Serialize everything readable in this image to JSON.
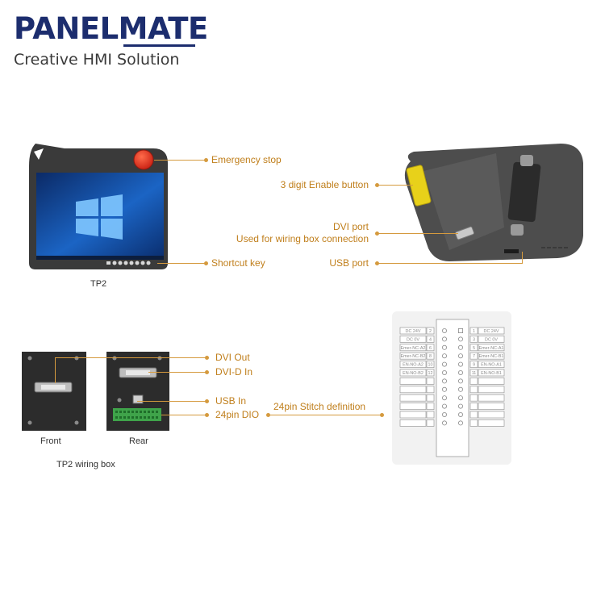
{
  "brand": {
    "name": "PANELMATE",
    "tagline": "Creative HMI Solution"
  },
  "tp2": {
    "caption": "TP2",
    "callouts": {
      "emergency_stop": "Emergency stop",
      "shortcut_key": "Shortcut key",
      "enable_button": "3 digit Enable button",
      "dvi_port_line1": "DVI port",
      "dvi_port_line2": "Used for wiring box connection",
      "usb_port": "USB port"
    }
  },
  "wiring_box": {
    "caption": "TP2 wiring box",
    "front_label": "Front",
    "rear_label": "Rear",
    "callouts": {
      "dvi_out": "DVI Out",
      "dvi_d_in": "DVI-D In",
      "usb_in": "USB In",
      "dio": "24pin DIO",
      "stitch": "24pin Stitch definition"
    }
  },
  "pin_table": {
    "left_rows": [
      {
        "label": "DC 24V",
        "num": "2"
      },
      {
        "label": "DC 0V",
        "num": "4"
      },
      {
        "label": "Emer-NC-A2",
        "num": "6"
      },
      {
        "label": "Emer-NC-B2",
        "num": "8"
      },
      {
        "label": "EN-NO-A2",
        "num": "10"
      },
      {
        "label": "EN-NO-B2",
        "num": "12"
      },
      {
        "label": "",
        "num": ""
      },
      {
        "label": "",
        "num": ""
      },
      {
        "label": "",
        "num": ""
      },
      {
        "label": "",
        "num": ""
      },
      {
        "label": "",
        "num": ""
      },
      {
        "label": "",
        "num": ""
      }
    ],
    "right_rows": [
      {
        "label": "DC 24V",
        "num": "1"
      },
      {
        "label": "DC 0V",
        "num": "3"
      },
      {
        "label": "Emer-NC-A1",
        "num": "5"
      },
      {
        "label": "Emer-NC-B1",
        "num": "7"
      },
      {
        "label": "EN-NO-A1",
        "num": "9"
      },
      {
        "label": "EN-NO-B1",
        "num": "11"
      },
      {
        "label": "",
        "num": ""
      },
      {
        "label": "",
        "num": ""
      },
      {
        "label": "",
        "num": ""
      },
      {
        "label": "",
        "num": ""
      },
      {
        "label": "",
        "num": ""
      },
      {
        "label": "",
        "num": ""
      }
    ]
  },
  "colors": {
    "brand": "#1c2d6e",
    "callout": "#c07f1c",
    "leader": "#d59a3e",
    "device_body": "#3c3c3c",
    "emergency": "#e8321f",
    "enable": "#e8d11a",
    "terminal": "#3fa34a"
  }
}
